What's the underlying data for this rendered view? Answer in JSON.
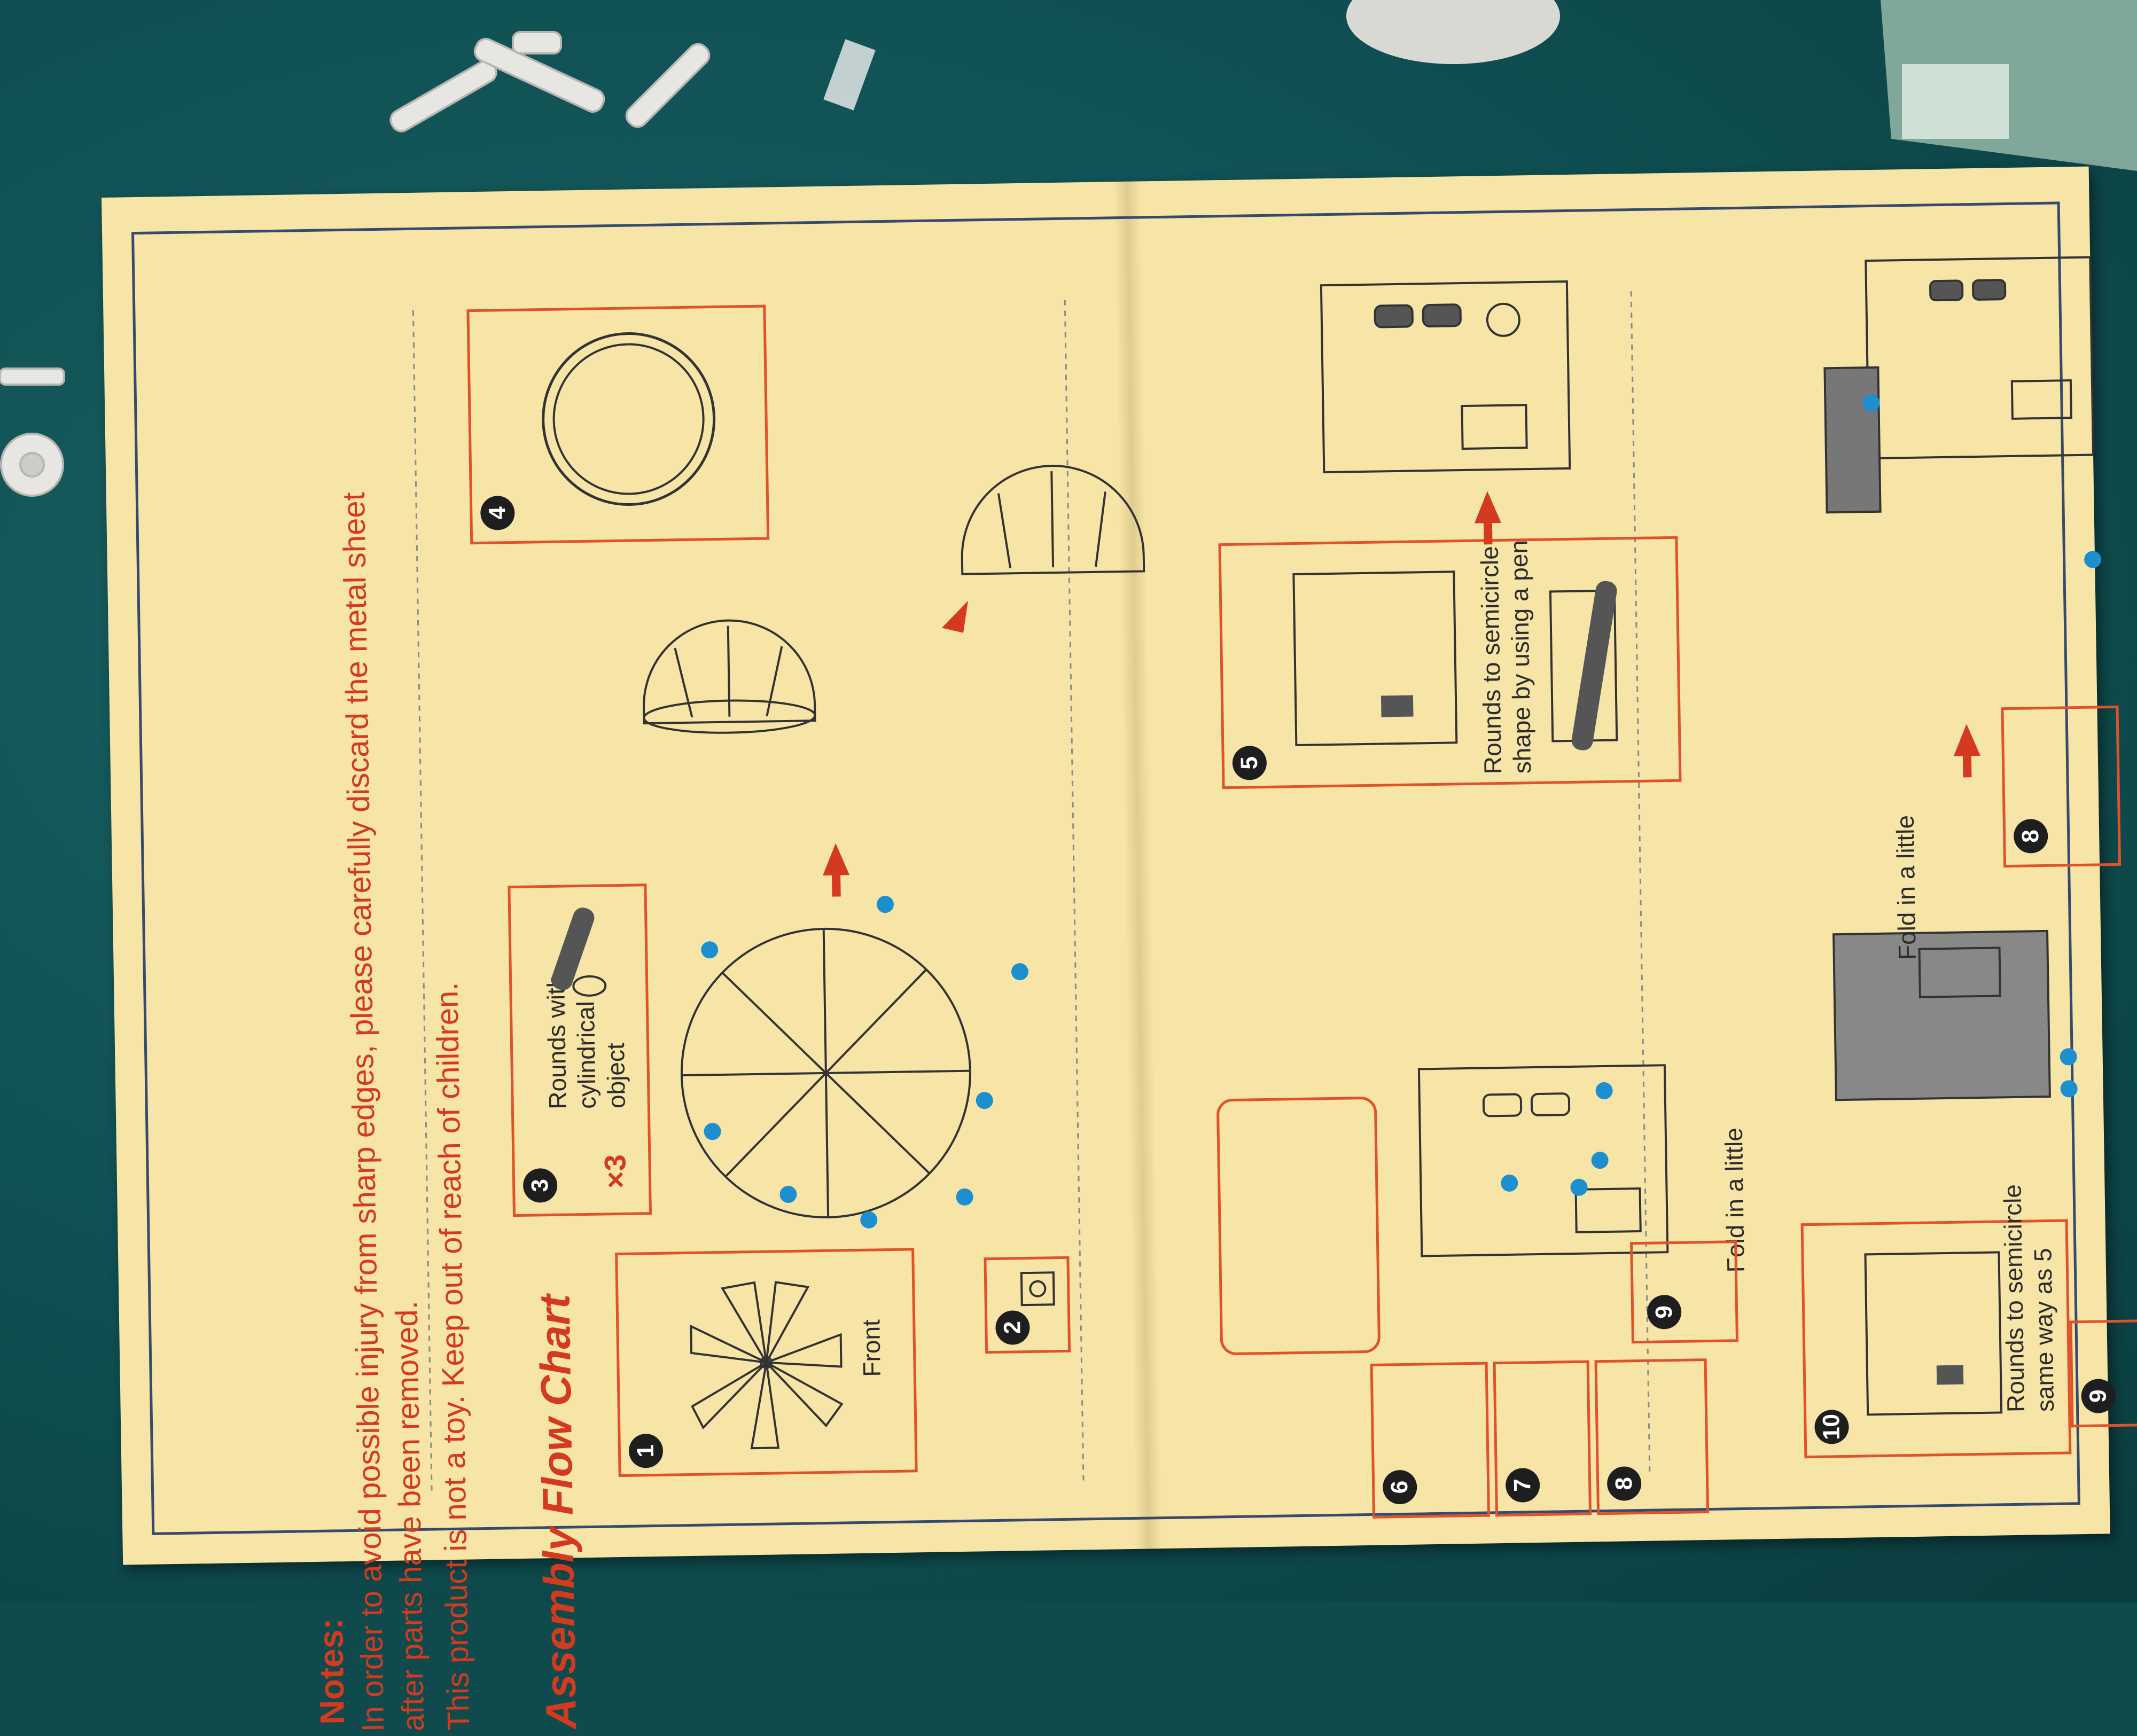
{
  "notes": {
    "heading": "Notes:",
    "line1": "In order to avoid possible injury from sharp edges, please carefully discard the metal sheet",
    "line2": "after parts have been removed.",
    "line3": "This product is not a toy. Keep out of reach of children."
  },
  "chart_title": "Assembly Flow Chart",
  "steps": {
    "s1": {
      "number": "1",
      "label": "Front"
    },
    "s2": {
      "number": "2"
    },
    "s3": {
      "number": "3",
      "label_a": "Rounds with",
      "label_b": "cylindrical",
      "label_c": "object",
      "count": "×3"
    },
    "s4": {
      "number": "4"
    },
    "s5": {
      "number": "5",
      "label_a": "Rounds to semicircle",
      "label_b": "shape by using a pen"
    },
    "s6": {
      "number": "6"
    },
    "s7": {
      "number": "7"
    },
    "s8": {
      "number": "8"
    },
    "s9": {
      "number": "9"
    },
    "s10": {
      "number": "10",
      "label_a": "Rounds to semicircle",
      "label_b": "same way as 5"
    }
  },
  "fold_label_1": "Fold in a little",
  "fold_label_2": "Fold in a little",
  "colors": {
    "accent": "#d43a1f",
    "panel_border": "#e0522c",
    "paper": "#f6e5a7",
    "dot": "#1c8fd0",
    "mat": "#0f4a4c"
  }
}
